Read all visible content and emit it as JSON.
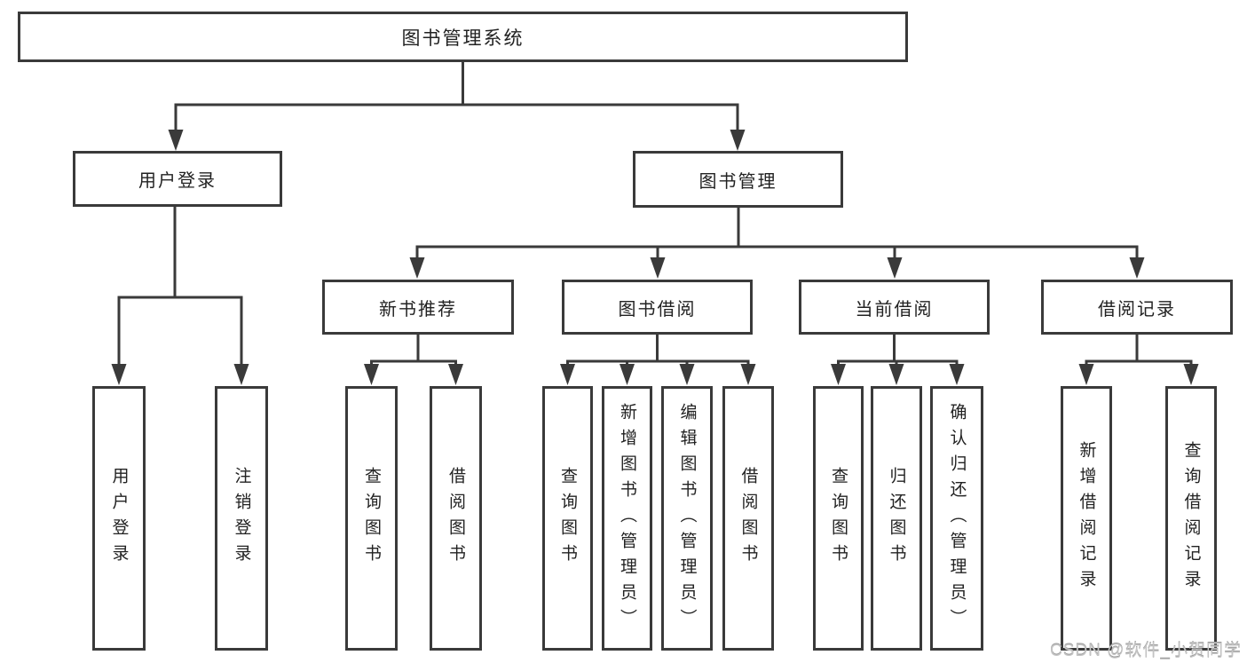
{
  "diagram": {
    "title": "图书管理系统",
    "nodes": {
      "root": "图书管理系统",
      "user_login": "用户登录",
      "book_mgmt": "图书管理",
      "new_book_rec": "新书推荐",
      "book_borrow": "图书借阅",
      "current_borrow": "当前借阅",
      "borrow_records": "借阅记录",
      "login_leaf": "用户登录",
      "logout_leaf": "注销登录",
      "rec_query": "查询图书",
      "rec_borrow": "借阅图书",
      "bb_query": "查询图书",
      "bb_add": "新增图书（管理员）",
      "bb_edit": "编辑图书（管理员）",
      "bb_borrow": "借阅图书",
      "cb_query": "查询图书",
      "cb_return": "归还图书",
      "cb_confirm": "确认归还（管理员）",
      "br_add": "新增借阅记录",
      "br_query": "查询借阅记录"
    },
    "watermark": "CSDN @软件_小贺同学",
    "colors": {
      "line": "#3a3a3a",
      "text": "#222222",
      "background": "#ffffff",
      "watermark": "#c4c4c4"
    }
  }
}
